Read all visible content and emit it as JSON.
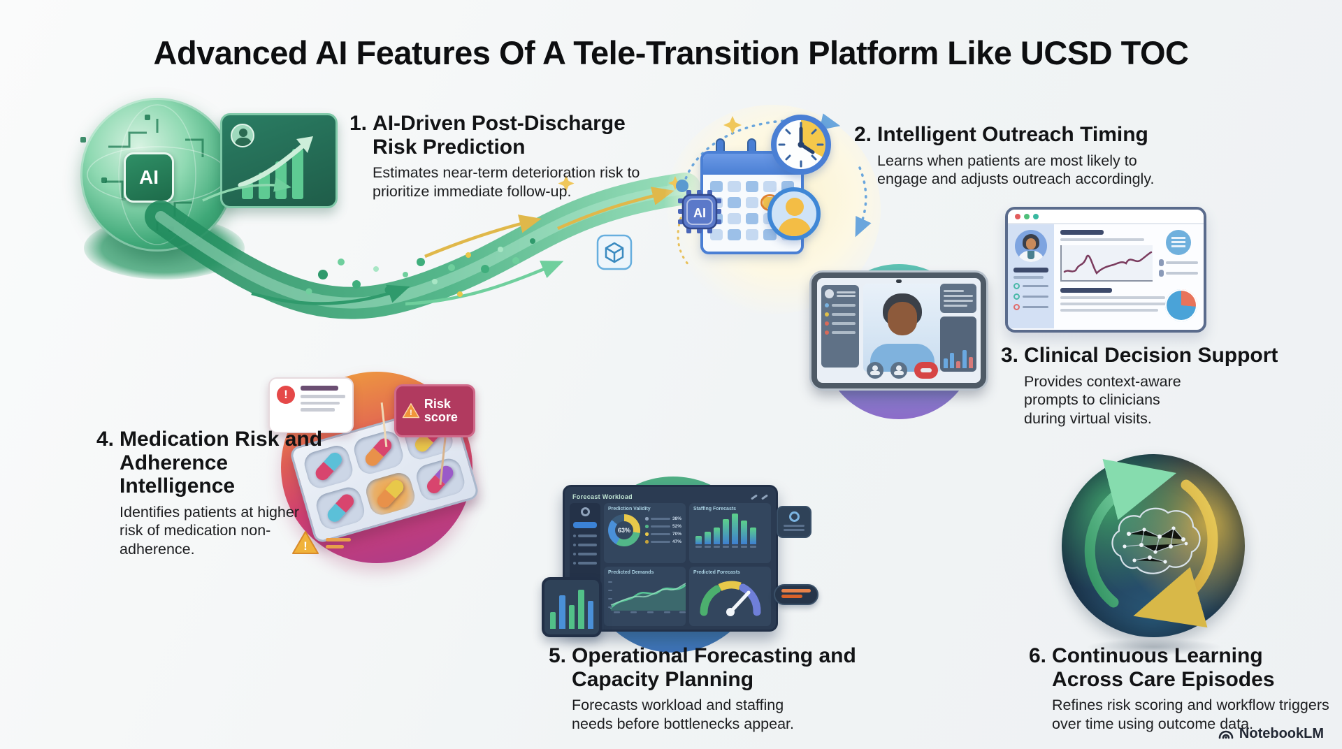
{
  "title": "Advanced AI Features Of A Tele-Transition Platform Like UCSD TOC",
  "features": [
    {
      "num": "1.",
      "title": "AI-Driven Post-Discharge Risk Prediction",
      "desc": "Estimates near-term deterioration risk to prioritize immediate follow-up."
    },
    {
      "num": "2.",
      "title": "Intelligent Outreach Timing",
      "desc": "Learns when patients are most likely to engage and adjusts outreach accordingly."
    },
    {
      "num": "3.",
      "title": "Clinical Decision Support",
      "desc": "Provides context-aware prompts to clinicians during virtual visits."
    },
    {
      "num": "4.",
      "title": "Medication Risk and Adherence Intelligence",
      "desc": "Identifies patients at higher risk of medication non-adherence."
    },
    {
      "num": "5.",
      "title": "Operational Forecasting and Capacity Planning",
      "desc": "Forecasts workload and staffing needs before bottlenecks appear."
    },
    {
      "num": "6.",
      "title": "Continuous Learning Across Care Episodes",
      "desc": "Refines risk scoring and workflow triggers over time using outcome data."
    }
  ],
  "labels": {
    "ai_chip": "AI",
    "risk_badge": "Risk score",
    "exclamation": "!"
  },
  "dashboard": {
    "title": "Forecast Workload",
    "donut_card_title": "Prediction Validity",
    "donut_value": "63%",
    "donut_legend": [
      "38%",
      "52%",
      "70%",
      "47%"
    ],
    "bars_card_title": "Staffing Forecasts",
    "area_card_title": "Predicted Demands",
    "gauge_card_title": "Predicted Forecasts"
  },
  "watermark": "NotebookLM",
  "colors": {
    "flow_green": "#2f9a6c",
    "calendar_blue": "#4a7fd4",
    "accent_yellow": "#e8c84a",
    "med_magenta": "#cf3f72",
    "dash_navy": "#2b3b52",
    "circle_teal": "#4fae83",
    "video_purple": "#8c6cc9"
  }
}
